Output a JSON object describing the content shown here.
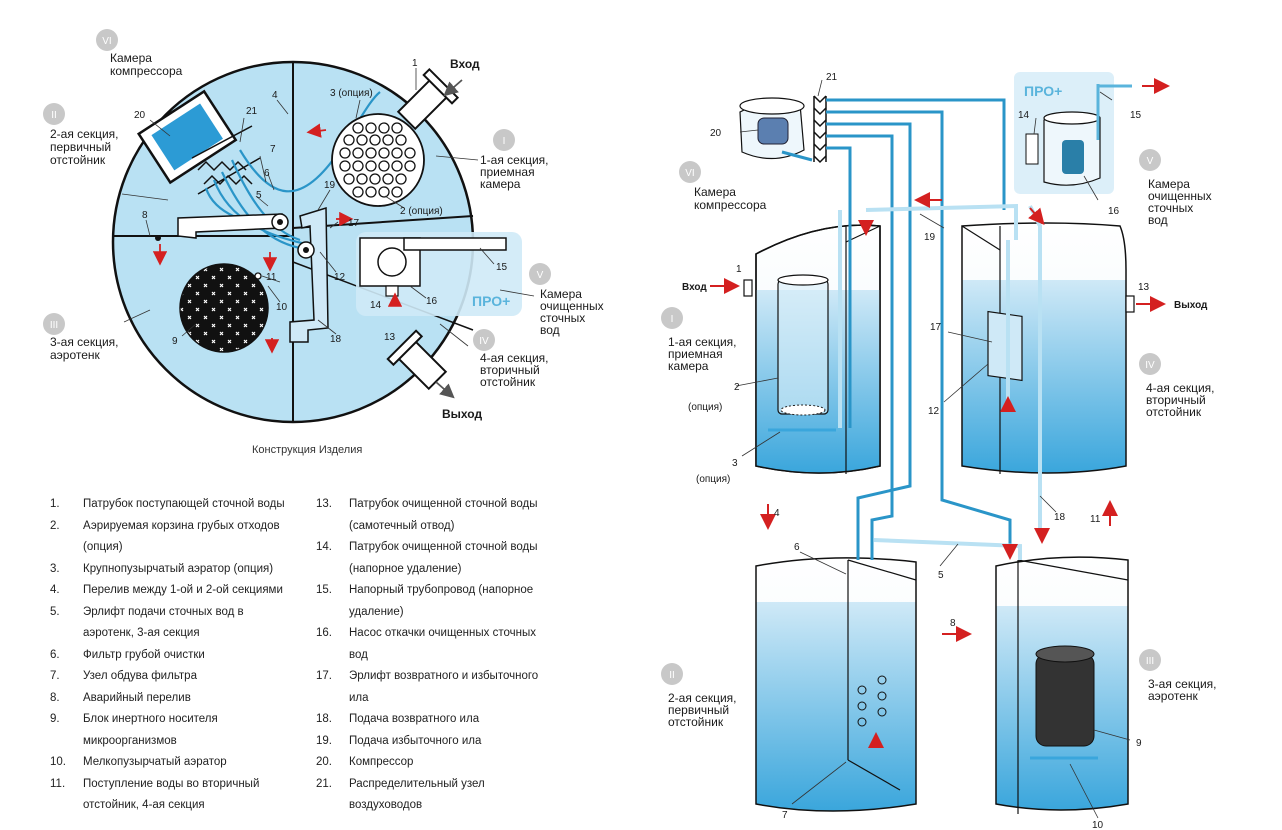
{
  "left": {
    "caption": "Конструкция Изделия",
    "entry": "Вход",
    "exit": "Выход",
    "pro": "ПРО+",
    "sections": {
      "s1": {
        "roman": "I",
        "lines": [
          "1-ая секция,",
          "приемная",
          "камера"
        ]
      },
      "s2": {
        "roman": "II",
        "lines": [
          "2-ая секция,",
          "первичный",
          "отстойник"
        ]
      },
      "s3": {
        "roman": "III",
        "lines": [
          "3-ая секция,",
          "аэротенк"
        ]
      },
      "s4": {
        "roman": "IV",
        "lines": [
          "4-ая секция,",
          "вторичный",
          "отстойник"
        ]
      },
      "s5": {
        "roman": "V",
        "lines": [
          "Камера",
          "очищенных",
          "сточных",
          "вод"
        ]
      },
      "s6": {
        "roman": "VI",
        "lines": [
          "Камера",
          "компрессора"
        ]
      }
    },
    "numbers": {
      "n1": "1",
      "n2": "2 (опция)",
      "n3": "3 (опция)",
      "n4": "4",
      "n5": "5",
      "n6": "6",
      "n7": "7",
      "n8": "8",
      "n9": "9",
      "n10": "10",
      "n11": "11",
      "n12": "12",
      "n13": "13",
      "n14": "14",
      "n15": "15",
      "n16": "16",
      "n17": "17",
      "n18": "18",
      "n19": "19",
      "n20": "20",
      "n21": "21"
    }
  },
  "right": {
    "entry": "Вход",
    "exit": "Выход",
    "pro": "ПРО+",
    "sections": {
      "s1": {
        "roman": "I",
        "lines": [
          "1-ая секция,",
          "приемная",
          "камера"
        ]
      },
      "s2": {
        "roman": "II",
        "lines": [
          "2-ая секция,",
          "первичный",
          "отстойник"
        ]
      },
      "s3": {
        "roman": "III",
        "lines": [
          "3-ая секция,",
          "аэротенк"
        ]
      },
      "s4": {
        "roman": "IV",
        "lines": [
          "4-ая секция,",
          "вторичный",
          "отстойник"
        ]
      },
      "s5": {
        "roman": "V",
        "lines": [
          "Камера",
          "очищенных",
          "сточных",
          "вод"
        ]
      },
      "s6": {
        "roman": "VI",
        "lines": [
          "Камера",
          "компрессора"
        ]
      }
    },
    "numbers": {
      "n1": "1",
      "n2": "2",
      "n2o": "(опция)",
      "n3": "3",
      "n3o": "(опция)",
      "n4": "4",
      "n5": "5",
      "n6": "6",
      "n7": "7",
      "n8": "8",
      "n9": "9",
      "n10": "10",
      "n11": "11",
      "n12": "12",
      "n13": "13",
      "n14": "14",
      "n15": "15",
      "n16": "16",
      "n17": "17",
      "n18": "18",
      "n19": "19",
      "n20": "20",
      "n21": "21"
    }
  },
  "legend": [
    {
      "num": "1.",
      "lines": [
        "Патрубок поступающей сточной воды"
      ]
    },
    {
      "num": "2.",
      "lines": [
        "Аэрируемая корзина грубых отходов",
        "(опция)"
      ]
    },
    {
      "num": "3.",
      "lines": [
        "Крупнопузырчатый аэратор (опция)"
      ]
    },
    {
      "num": "4.",
      "lines": [
        "Перелив между 1-ой и 2-ой секциями"
      ]
    },
    {
      "num": "5.",
      "lines": [
        "Эрлифт подачи сточных вод в",
        "аэротенк, 3-ая секция"
      ]
    },
    {
      "num": "6.",
      "lines": [
        "Фильтр грубой очистки"
      ]
    },
    {
      "num": "7.",
      "lines": [
        "Узел обдува фильтра"
      ]
    },
    {
      "num": "8.",
      "lines": [
        "Аварийный перелив"
      ]
    },
    {
      "num": "9.",
      "lines": [
        "Блок инертного носителя",
        "микроорганизмов"
      ]
    },
    {
      "num": "10.",
      "lines": [
        "Мелкопузырчатый аэратор"
      ]
    },
    {
      "num": "11.",
      "lines": [
        "Поступление воды во вторичный",
        "отстойник, 4-ая секция"
      ]
    },
    {
      "num": "13.",
      "lines": [
        "Патрубок очищенной сточной воды",
        "(самотечный отвод)"
      ]
    },
    {
      "num": "14.",
      "lines": [
        "Патрубок очищенной сточной воды",
        "(напорное удаление)"
      ]
    },
    {
      "num": "15.",
      "lines": [
        "Напорный трубопровод (напорное",
        "удаление)"
      ]
    },
    {
      "num": "16.",
      "lines": [
        "Насос откачки очищенных сточных",
        "вод"
      ]
    },
    {
      "num": "17.",
      "lines": [
        "Эрлифт возвратного и избыточного",
        "ила"
      ]
    },
    {
      "num": "18.",
      "lines": [
        "Подача возвратного ила"
      ]
    },
    {
      "num": "19.",
      "lines": [
        "Подача избыточного ила"
      ]
    },
    {
      "num": "20.",
      "lines": [
        "Компрессор"
      ]
    },
    {
      "num": "21.",
      "lines": [
        "Распределительный узел",
        "воздуховодов"
      ]
    }
  ],
  "colors": {
    "water": "#a8d8ef",
    "waterDark": "#2f9fd6",
    "pipe": "#2a95c8",
    "arrow": "#d42020",
    "roman": "#c8c8c8",
    "pro": "#5ab4dc"
  }
}
